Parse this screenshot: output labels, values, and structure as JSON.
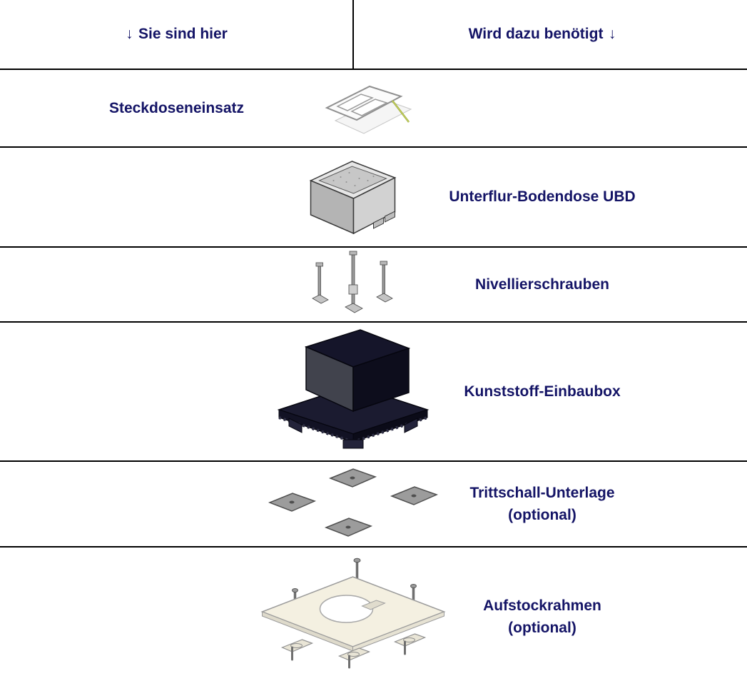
{
  "header": {
    "arrow": "↓",
    "left": "Sie sind hier",
    "right": "Wird dazu benötigt"
  },
  "rows": [
    {
      "label": "Steckdoseneinsatz",
      "sublabel": "",
      "column": "left",
      "image": "socket-insert"
    },
    {
      "label": "Unterflur-Bodendose UBD",
      "sublabel": "",
      "column": "right",
      "image": "underfloor-box"
    },
    {
      "label": "Nivellierschrauben",
      "sublabel": "",
      "column": "right",
      "image": "leveling-screws"
    },
    {
      "label": "Kunststoff-Einbaubox",
      "sublabel": "",
      "column": "right",
      "image": "plastic-mounting-box"
    },
    {
      "label": "Trittschall-Unterlage",
      "sublabel": "(optional)",
      "column": "right",
      "image": "impact-sound-pads"
    },
    {
      "label": "Aufstockrahmen",
      "sublabel": "(optional)",
      "column": "right",
      "image": "height-extension-frame"
    }
  ],
  "colors": {
    "text": "#141466",
    "divider": "#000000",
    "background": "#FFFFFF"
  }
}
